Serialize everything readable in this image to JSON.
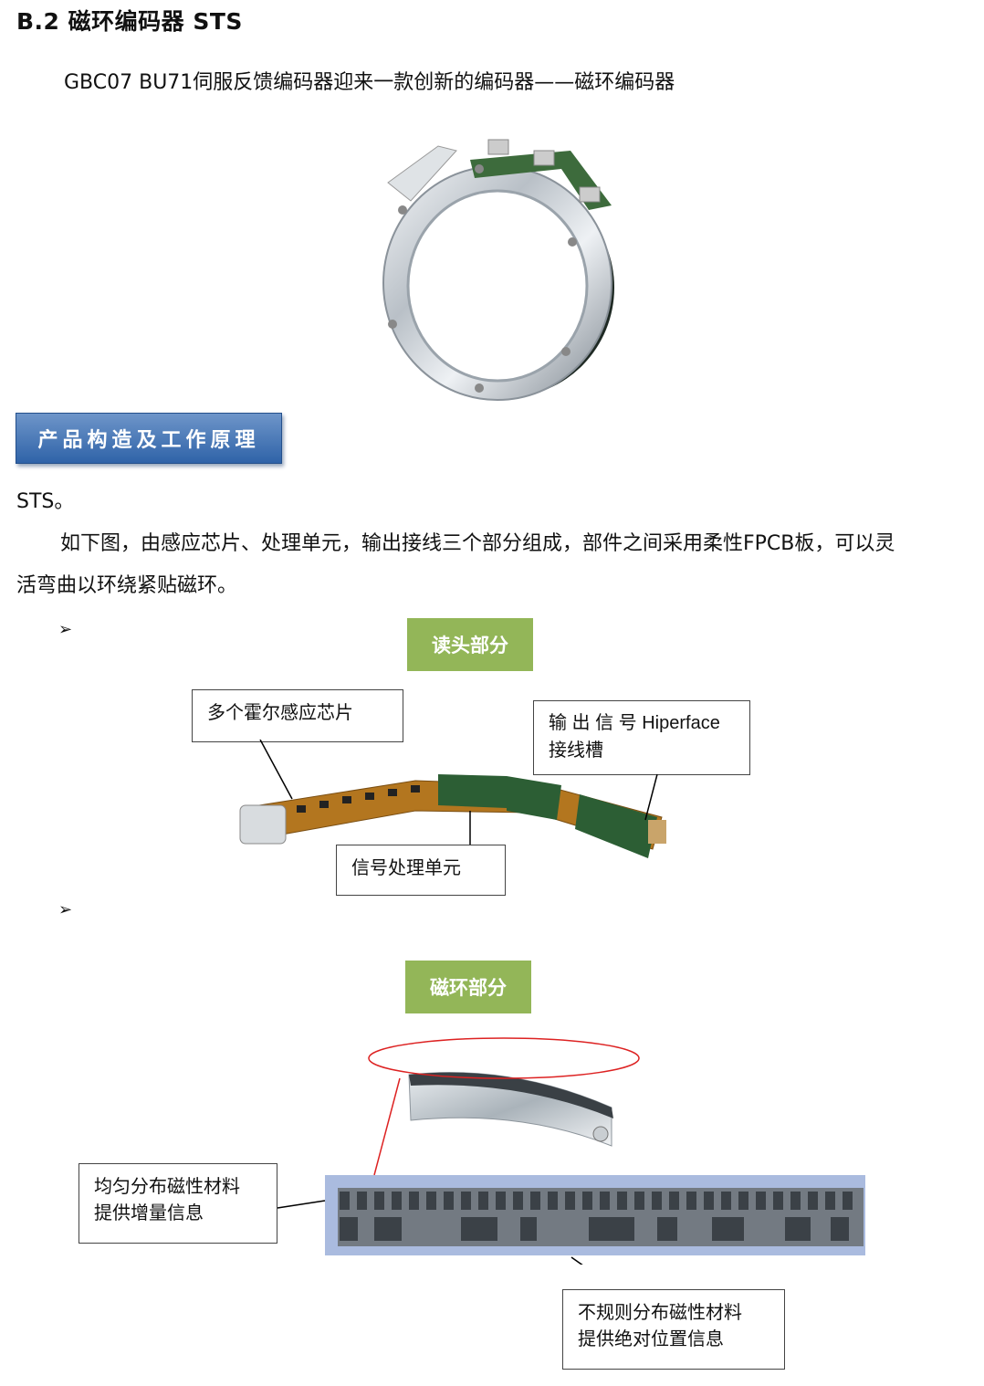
{
  "heading": "B.2  磁环编码器 STS",
  "intro": "GBC07 BU71伺服反馈编码器迎来一款创新的编码器——磁环编码器",
  "section_banner": "产品构造及工作原理",
  "para1": "STS。",
  "para2_line1": "如下图，由感应芯片、处理单元，输出接线三个部分组成，部件之间采用柔性FPCB板，可以灵",
  "para2_line2": "活弯曲以环绕紧贴磁环。",
  "bullet": "➢",
  "readhead": {
    "title": "读头部分",
    "callout_chips": "多个霍尔感应芯片",
    "callout_output_line1": "输 出 信 号   Hiperface",
    "callout_output_line2": "接线槽",
    "callout_processing": "信号处理单元"
  },
  "magring": {
    "title": "磁环部分",
    "callout_incremental_line1": "均匀分布磁性材料",
    "callout_incremental_line2": "提供增量信息",
    "callout_absolute_line1": "不规则分布磁性材料",
    "callout_absolute_line2": "提供绝对位置信息"
  },
  "colors": {
    "banner_blue": "#3a6fb0",
    "label_green": "#93b658",
    "ellipse_red": "#d22"
  }
}
